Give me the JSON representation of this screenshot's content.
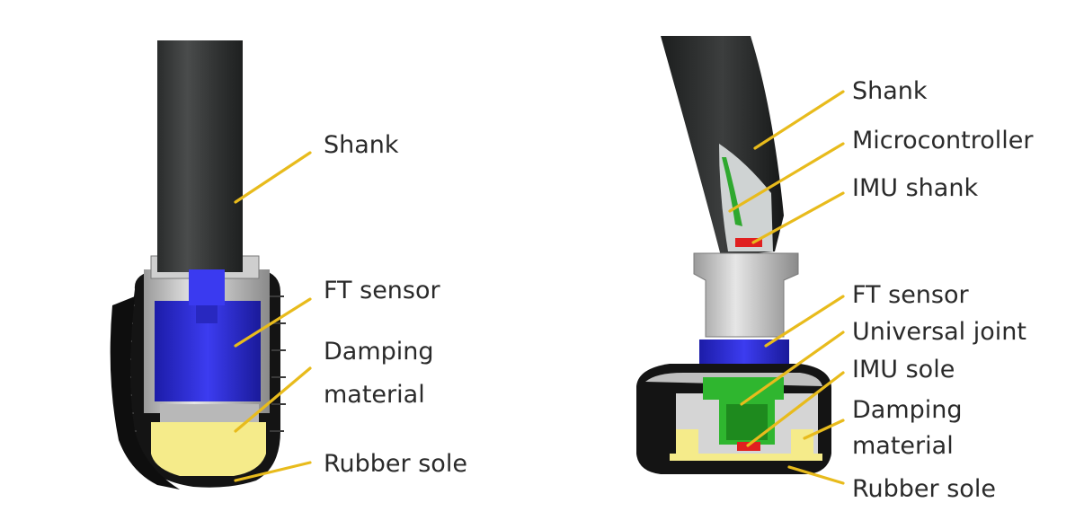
{
  "left_figure": {
    "labels": {
      "shank": "Shank",
      "ft_sensor": "FT sensor",
      "damping_line1": "Damping",
      "damping_line2": "material",
      "rubber_sole": "Rubber sole"
    }
  },
  "right_figure": {
    "labels": {
      "shank": "Shank",
      "microcontroller": "Microcontroller",
      "imu_shank": "IMU shank",
      "ft_sensor": "FT sensor",
      "universal_joint": "Universal joint",
      "imu_sole": "IMU sole",
      "damping_line1": "Damping",
      "damping_line2": "material",
      "rubber_sole": "Rubber sole"
    }
  },
  "colors": {
    "leader": "#e8bb1c",
    "ft_sensor": "#2f2fd6",
    "damping": "#f5eb8a",
    "universal_joint": "#2fb62f",
    "imu": "#e02020",
    "shank": "#3a3c3c"
  }
}
